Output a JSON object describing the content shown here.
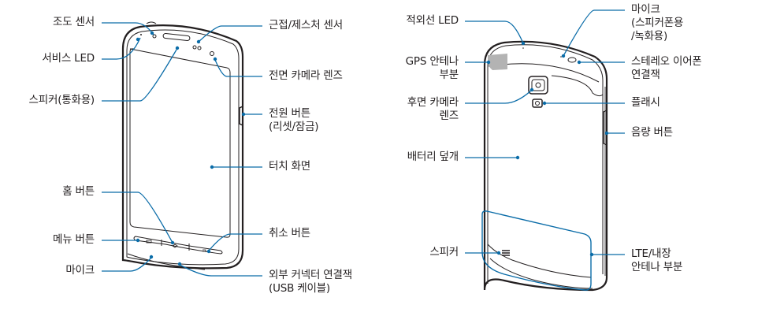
{
  "colors": {
    "callout": "#0a6ca8",
    "outline": "#231f20",
    "text": "#231f20",
    "gps_patch": "#b3b3b3"
  },
  "front_view": {
    "labels": {
      "light_sensor": "조도 센서",
      "service_led": "서비스 LED",
      "earpiece": "스피커(통화용)",
      "home_button": "홈 버튼",
      "menu_button": "메뉴 버튼",
      "microphone": "마이크",
      "proximity_sensor": "근접/제스처 센서",
      "front_camera": "전면 카메라 렌즈",
      "power_button_line1": "전원 버튼",
      "power_button_line2": "(리셋/잠금)",
      "touch_screen": "터치 화면",
      "back_button": "취소 버튼",
      "connector_line1": "외부 커넥터 연결잭",
      "connector_line2": "(USB 케이블)"
    }
  },
  "back_view": {
    "labels": {
      "ir_led": "적외선 LED",
      "gps_line1": "GPS 안테나",
      "gps_line2": "부분",
      "rear_camera_line1": "후면 카메라",
      "rear_camera_line2": "렌즈",
      "battery_cover": "배터리 덮개",
      "speaker": "스피커",
      "mic_line1": "마이크",
      "mic_line2": "(스피커폰용",
      "mic_line3": "/녹화용)",
      "headset_line1": "스테레오 이어폰",
      "headset_line2": "연결잭",
      "flash": "플래시",
      "volume_button": "음량 버튼",
      "lte_line1": "LTE/내장",
      "lte_line2": "안테나 부분"
    }
  }
}
